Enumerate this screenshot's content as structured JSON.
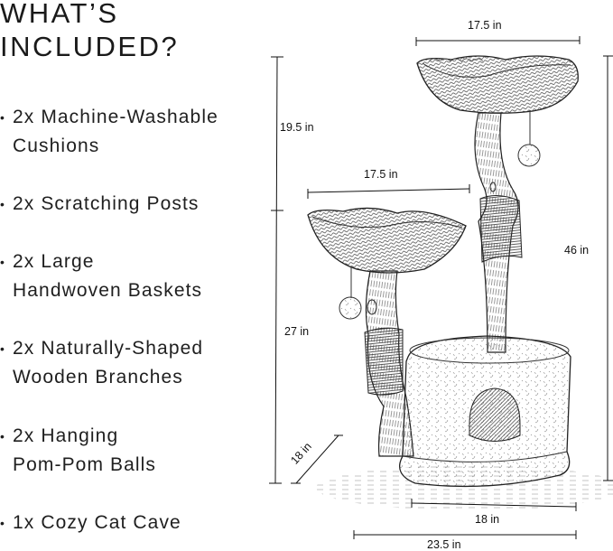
{
  "heading": {
    "line1": "WHAT’S",
    "line2": "INCLUDED?"
  },
  "included_items": [
    {
      "line1": "2x Machine-Washable",
      "line2": "Cushions"
    },
    {
      "line1": "2x Scratching Posts",
      "line2": ""
    },
    {
      "line1": "2x Large",
      "line2": "Handwoven Baskets"
    },
    {
      "line1": "2x Naturally-Shaped",
      "line2": "Wooden Branches"
    },
    {
      "line1": "2x Hanging",
      "line2": "Pom-Pom Balls"
    },
    {
      "line1": "1x Cozy Cat Cave",
      "line2": ""
    }
  ],
  "bullet_glyph": "•",
  "dimensions": {
    "top_basket_width": "17.5 in",
    "lower_basket_width": "17.5 in",
    "upper_height": "19.5 in",
    "lower_height": "27 in",
    "total_height": "46 in",
    "base_depth": "18 in",
    "cave_width": "18 in",
    "total_width": "23.5 in"
  },
  "illustration": {
    "subject": "cat-tree-line-drawing",
    "components": [
      "top-basket",
      "lower-basket",
      "tall-branch",
      "short-branch",
      "pom-pom-ball",
      "pom-pom-ball",
      "cat-cave",
      "scratching-wrap",
      "scratching-wrap"
    ]
  }
}
